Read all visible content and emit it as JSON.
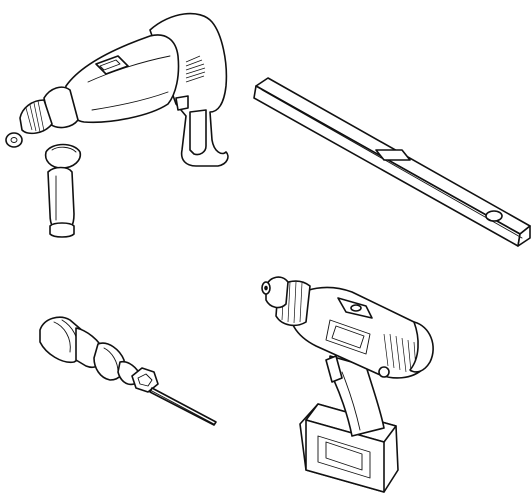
{
  "scene": {
    "kind": "line-art illustration",
    "background": "#ffffff",
    "ink": "#111111",
    "objects": [
      {
        "id": "hammer-drill",
        "icon": "hammer-drill-icon"
      },
      {
        "id": "spirit-level",
        "icon": "spirit-level-icon"
      },
      {
        "id": "awl",
        "icon": "awl-icon"
      },
      {
        "id": "cordless-drill",
        "icon": "cordless-drill-icon"
      }
    ]
  }
}
